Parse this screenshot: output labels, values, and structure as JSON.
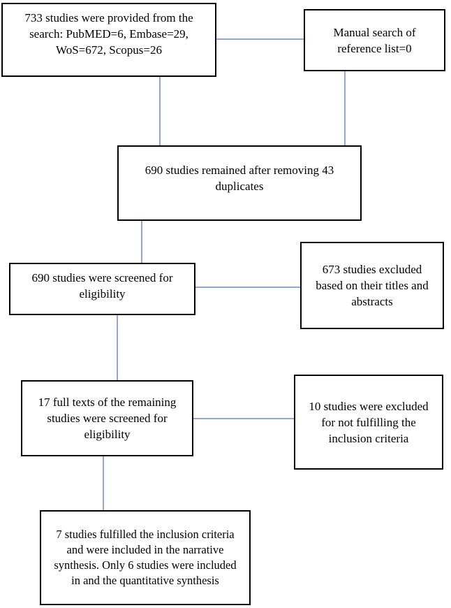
{
  "nodes": {
    "search": "733 studies were provided from the search: PubMED=6, Embase=29, WoS=672, Scopus=26",
    "manual": "Manual search of reference list=0",
    "dedup": "690 studies remained after removing 43 duplicates",
    "screen": "690 studies were screened for eligibility",
    "excluded_titles": "673 studies excluded based on their titles and abstracts",
    "fulltext": "17 full texts of the remaining studies were screened for eligibility",
    "excluded_criteria": "10 studies were excluded for not fulfilling the inclusion criteria",
    "final": "7 studies fulfilled the inclusion criteria and were included in the narrative synthesis. Only 6 studies were included in and the quantitative synthesis"
  },
  "colors": {
    "box_border": "#000000",
    "connector": "#6f88c6",
    "background": "#ffffff"
  }
}
